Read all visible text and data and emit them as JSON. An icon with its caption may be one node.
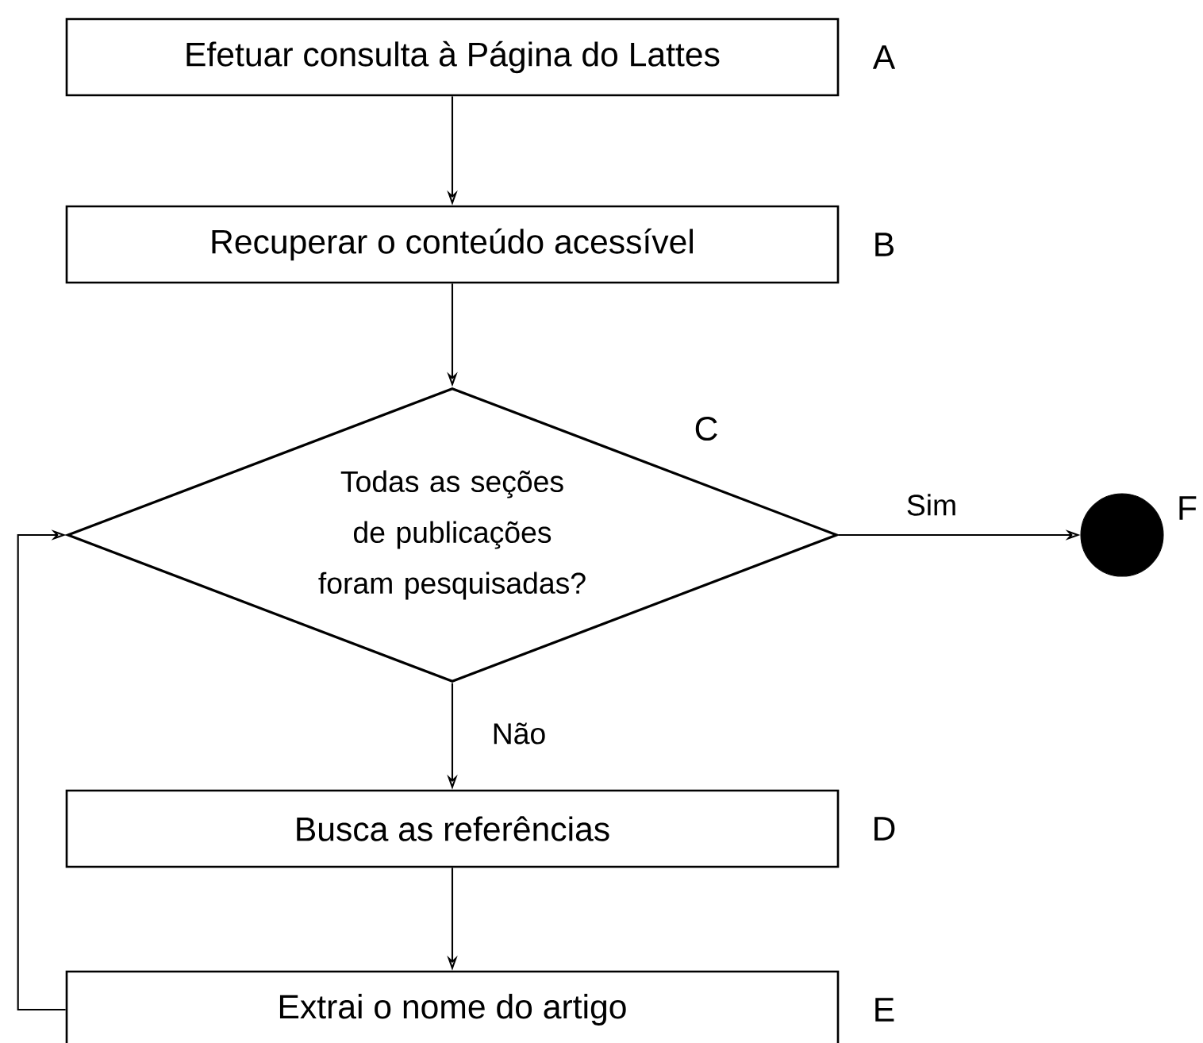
{
  "diagram": {
    "nodes": [
      {
        "text": [
          "Efetuar consulta à Página do Lattes"
        ],
        "beside": [
          "A"
        ]
      },
      {
        "text": [
          "Recuperar o conteúdo acessível"
        ],
        "beside": [
          "B"
        ]
      },
      {
        "text": [
          "Todas as seções de publicações foram pesquisadas?"
        ],
        "beside": [
          "C"
        ]
      },
      {
        "text": [],
        "shape": "circle",
        "beside": [
          "F"
        ]
      },
      {
        "text": [
          "Busca as referências"
        ],
        "beside": [
          "D"
        ]
      },
      {
        "text": [
          "Extrai o nome do artigo"
        ],
        "beside": [
          "E"
        ]
      }
    ],
    "edges": [
      {
        "from": 0,
        "to": 1,
        "arrow": "to"
      },
      {
        "from": 1,
        "to": 2,
        "arrow": "to"
      },
      {
        "from": 2,
        "to": 3,
        "arrow": "to",
        "label": "Sim"
      },
      {
        "from": 2,
        "to": 4,
        "arrow": "to",
        "label": "Não"
      },
      {
        "from": 4,
        "to": 5,
        "arrow": "to"
      },
      {
        "from": 5,
        "to": 2,
        "arrow": "to"
      }
    ]
  }
}
